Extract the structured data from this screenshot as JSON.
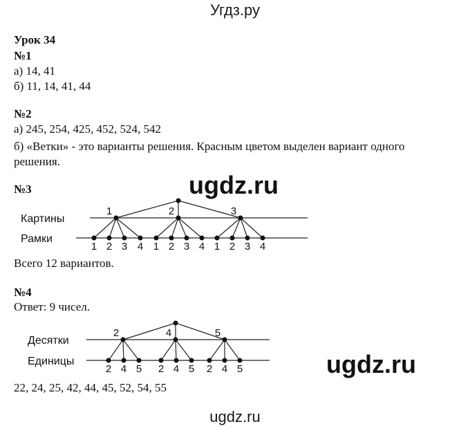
{
  "header": {
    "site_name": "Угдз.ру"
  },
  "lesson_title": "Урок 34",
  "task1": {
    "number": "№1",
    "a": "а) 14, 41",
    "b": "б) 11, 14, 41, 44"
  },
  "task2": {
    "number": "№2",
    "a": "а) 245, 254, 425, 452, 524, 542",
    "b_line1": "б) «Ветки» - это варианты решения. Красным цветом выделен вариант одного",
    "b_line2": "решения."
  },
  "task3": {
    "number": "№3",
    "diagram": {
      "row1_label": "Картины",
      "row2_label": "Рамки",
      "level1_labels": [
        "1",
        "2",
        "3"
      ],
      "leaf_labels": [
        "1",
        "2",
        "3",
        "4",
        "1",
        "2",
        "3",
        "4",
        "1",
        "2",
        "3",
        "4"
      ]
    },
    "total": "Всего 12 вариантов."
  },
  "task4": {
    "number": "№4",
    "answer": "Ответ: 9 чисел.",
    "diagram": {
      "row1_label": "Десятки",
      "row2_label": "Единицы",
      "level1_labels": [
        "2",
        "4",
        "5"
      ],
      "leaf_labels": [
        "2",
        "4",
        "5",
        "2",
        "4",
        "5",
        "2",
        "4",
        "5"
      ]
    },
    "numbers": "22, 24, 25, 42, 44, 45, 52, 54, 55"
  },
  "watermarks": {
    "main": "ugdz.ru",
    "side": "ugdz.ru"
  },
  "footer": {
    "site_name": "ugdz.ru"
  }
}
